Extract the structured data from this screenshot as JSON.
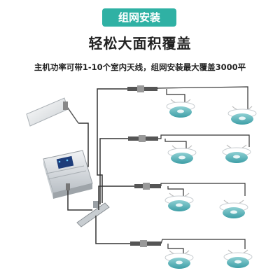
{
  "badge": "组网安装",
  "title": "轻松大面积覆盖",
  "subtitle": "主机功率可带1-10个室内天线，组网安装最大覆盖3000平",
  "colors": {
    "accent": "#2fb1a4",
    "antenna": "#5bb0b6",
    "cable": "#333333"
  }
}
